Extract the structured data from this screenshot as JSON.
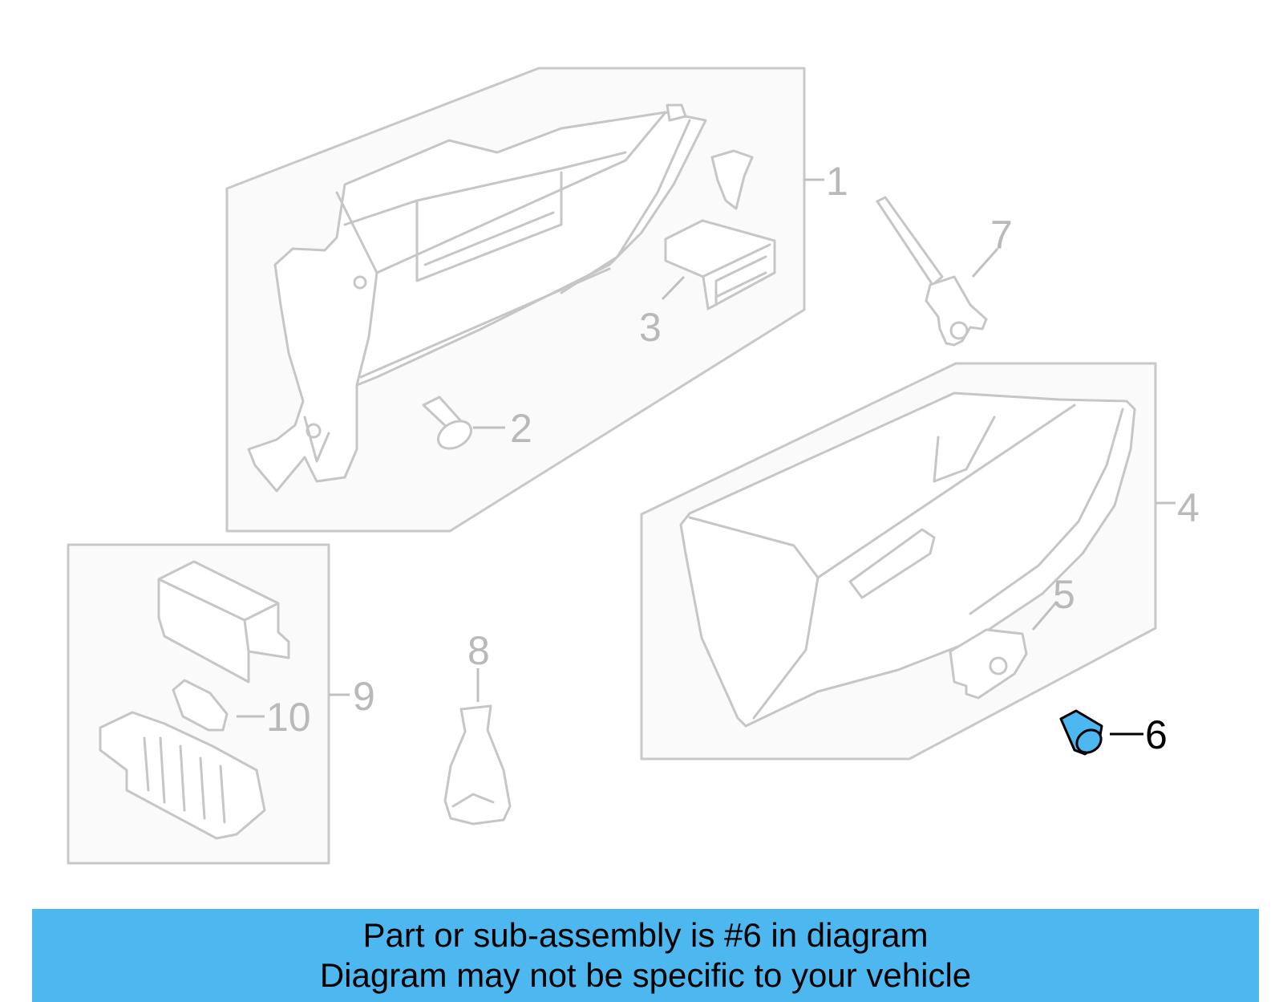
{
  "callouts": {
    "c1": "1",
    "c2": "2",
    "c3": "3",
    "c4": "4",
    "c5": "5",
    "c6": "6",
    "c7": "7",
    "c8": "8",
    "c9": "9",
    "c10": "10"
  },
  "highlighted_part": "6",
  "highlight_color": "#4db8f0",
  "banner": {
    "line1": "Part or sub-assembly is #6 in diagram",
    "line2": "Diagram may not be specific to your vehicle"
  }
}
